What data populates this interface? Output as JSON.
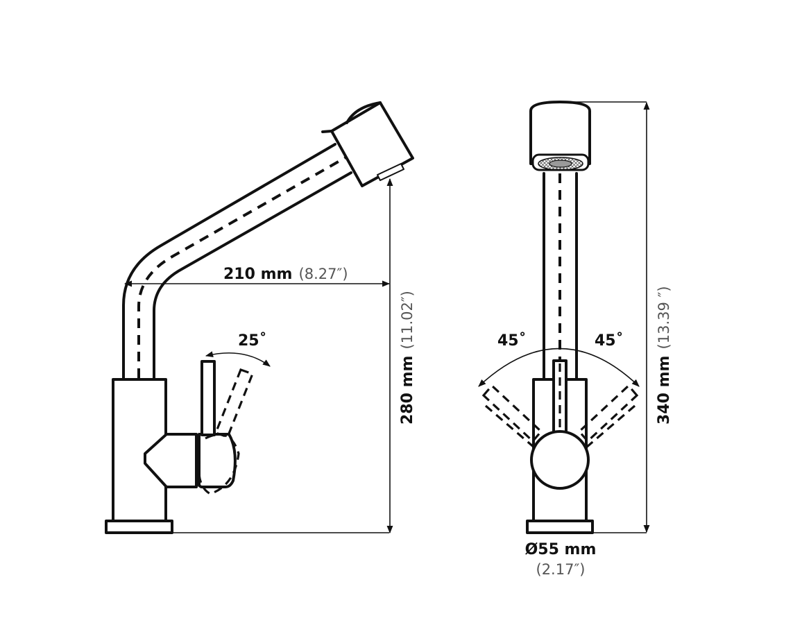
{
  "dimensions": {
    "reach": {
      "value": "210 mm",
      "imperial": "(8.27″)"
    },
    "spout_height": {
      "value": "280 mm",
      "imperial": "(11.02″)"
    },
    "total_height": {
      "value": "340 mm",
      "imperial": "(13.39 ″)"
    },
    "base_diameter": {
      "value": "Ø55 mm",
      "imperial": "(2.17″)"
    }
  },
  "angles": {
    "side_handle": "25˚",
    "front_left": "45˚",
    "front_right": "45˚"
  }
}
